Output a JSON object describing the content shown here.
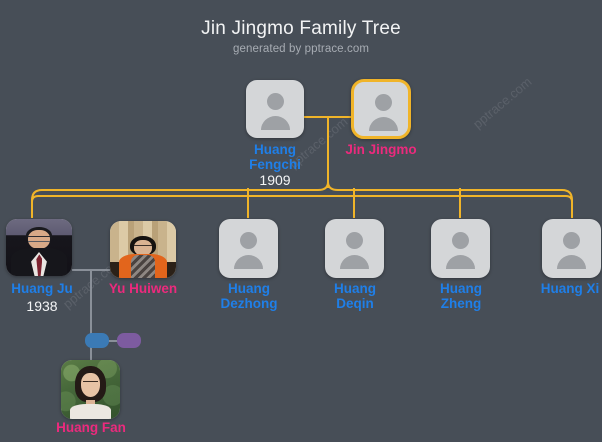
{
  "header": {
    "title": "Jin Jingmo Family Tree",
    "subtitle": "generated by pptrace.com"
  },
  "watermark": {
    "text": "pptrace.com"
  },
  "colors": {
    "background": "#474e57",
    "male_label": "#1f7fe8",
    "female_label": "#ec2a7d",
    "year_label": "#f4f5f6",
    "spouse_link": "#f0b429",
    "descent_link": "#8a9099",
    "avatar_placeholder": "#d4d6d8",
    "highlight_border": "#f0b429",
    "pill_blue": "#3b7ab5",
    "pill_purple": "#7d5ba0"
  },
  "persons": [
    {
      "id": "huang-fengchi",
      "name": "Huang\nFengchi",
      "gender": "male",
      "year": "1909",
      "photo": "placeholder",
      "highlighted": false
    },
    {
      "id": "jin-jingmo",
      "name": "Jin Jingmo",
      "gender": "female",
      "year": "",
      "photo": "placeholder",
      "highlighted": true
    },
    {
      "id": "huang-ju",
      "name": "Huang Ju",
      "gender": "male",
      "year": "1938",
      "photo": "portrait",
      "highlighted": false
    },
    {
      "id": "yu-huiwen",
      "name": "Yu Huiwen",
      "gender": "female",
      "year": "",
      "photo": "portrait",
      "highlighted": false
    },
    {
      "id": "huang-dezhong",
      "name": "Huang\nDezhong",
      "gender": "male",
      "year": "",
      "photo": "placeholder",
      "highlighted": false
    },
    {
      "id": "huang-deqin",
      "name": "Huang\nDeqin",
      "gender": "male",
      "year": "",
      "photo": "placeholder",
      "highlighted": false
    },
    {
      "id": "huang-zheng",
      "name": "Huang\nZheng",
      "gender": "male",
      "year": "",
      "photo": "placeholder",
      "highlighted": false
    },
    {
      "id": "huang-xi",
      "name": "Huang Xi",
      "gender": "male",
      "year": "",
      "photo": "placeholder",
      "highlighted": false
    },
    {
      "id": "huang-fan",
      "name": "Huang Fan",
      "gender": "female",
      "year": "",
      "photo": "portrait",
      "highlighted": false
    }
  ],
  "toggles": [
    {
      "id": "toggle-expand-blue",
      "color": "blue",
      "label": ""
    },
    {
      "id": "toggle-expand-purple",
      "color": "purple",
      "label": ""
    }
  ]
}
